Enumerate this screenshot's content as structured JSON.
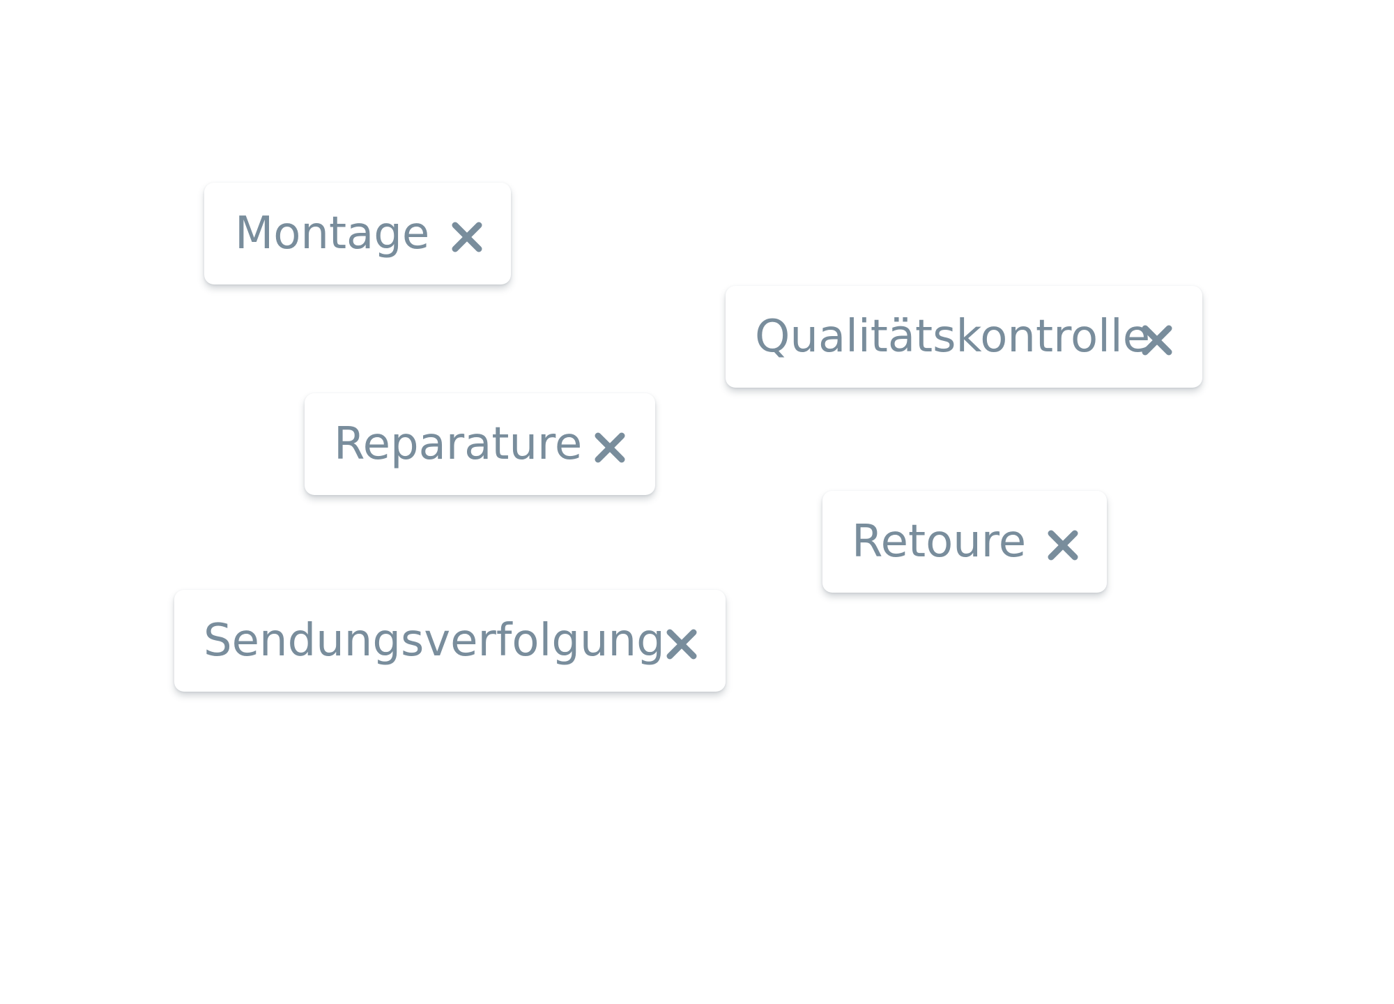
{
  "colors": {
    "background": "#ffffff",
    "chip_background": "#ffffff",
    "chip_text": "#798d9c",
    "chip_icon": "#798d9c"
  },
  "chips": [
    {
      "label": "Montage",
      "remove_icon": "close-icon"
    },
    {
      "label": "Qualitätskontrolle",
      "remove_icon": "close-icon"
    },
    {
      "label": "Reparature",
      "remove_icon": "close-icon"
    },
    {
      "label": "Retoure",
      "remove_icon": "close-icon"
    },
    {
      "label": "Sendungsverfolgung",
      "remove_icon": "close-icon"
    }
  ]
}
